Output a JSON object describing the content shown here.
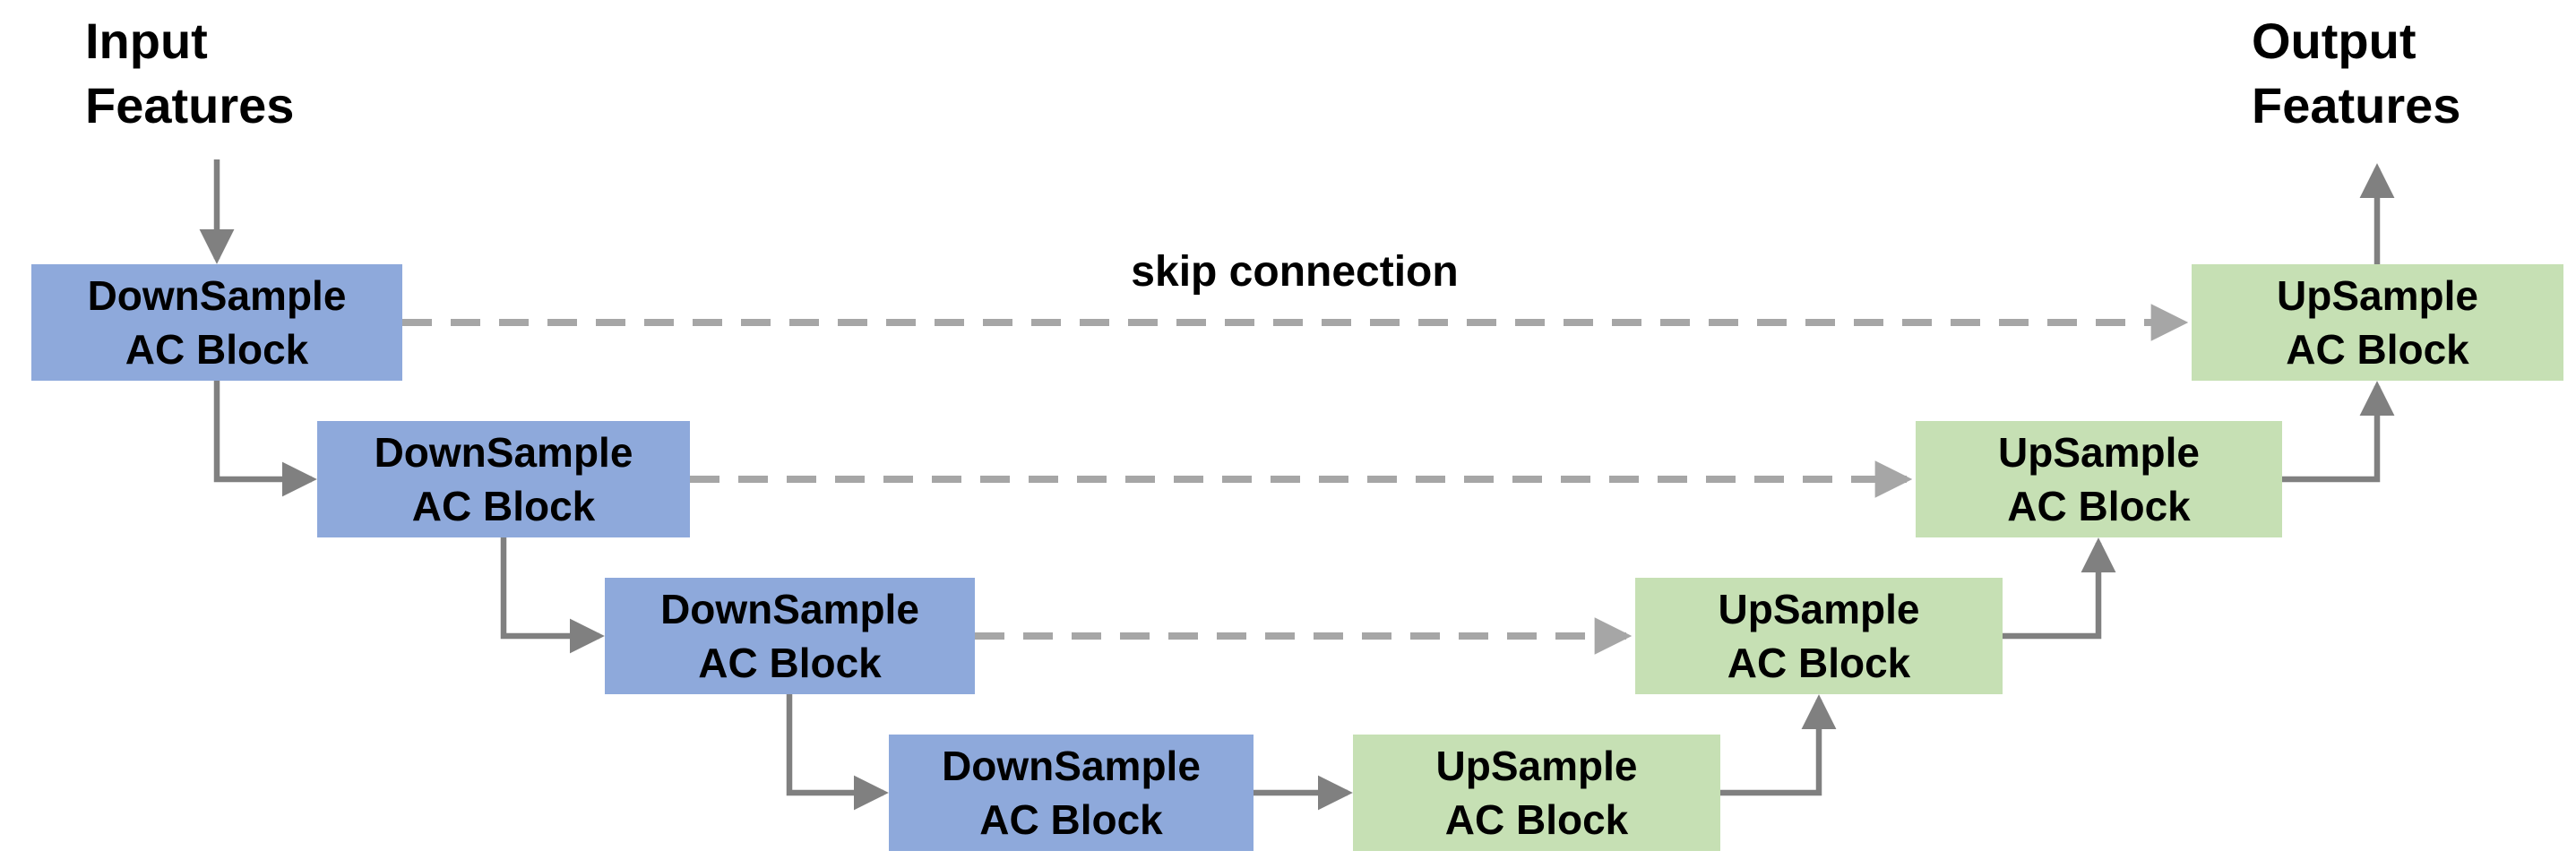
{
  "diagram": {
    "input_label": {
      "line1": "Input",
      "line2": "Features"
    },
    "output_label": {
      "line1": "Output",
      "line2": "Features"
    },
    "skip_connection_label": "skip connection",
    "encoder_blocks": [
      {
        "line1": "DownSample",
        "line2": "AC Block"
      },
      {
        "line1": "DownSample",
        "line2": "AC Block"
      },
      {
        "line1": "DownSample",
        "line2": "AC Block"
      },
      {
        "line1": "DownSample",
        "line2": "AC Block"
      }
    ],
    "decoder_blocks": [
      {
        "line1": "UpSample",
        "line2": "AC Block"
      },
      {
        "line1": "UpSample",
        "line2": "AC Block"
      },
      {
        "line1": "UpSample",
        "line2": "AC Block"
      },
      {
        "line1": "UpSample",
        "line2": "AC Block"
      }
    ]
  },
  "colors": {
    "down_fill": "#8EA9DB",
    "up_fill": "#C6E0B4",
    "solid_arrow": "#808080",
    "dashed_arrow": "#A6A6A6",
    "text": "#000000",
    "bg": "#FFFFFF"
  }
}
